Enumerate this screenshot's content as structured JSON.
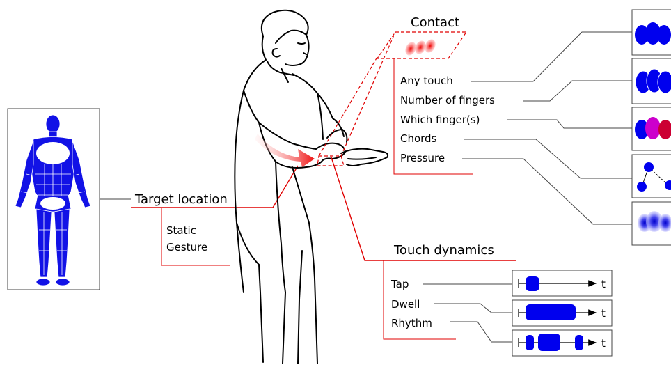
{
  "contact": {
    "title": "Contact",
    "items": [
      "Any touch",
      "Number of fingers",
      "Which finger(s)",
      "Chords",
      "Pressure"
    ]
  },
  "target_location": {
    "title": "Target location",
    "items": [
      "Static",
      "Gesture"
    ]
  },
  "touch_dynamics": {
    "title": "Touch dynamics",
    "items": [
      "Tap",
      "Dwell",
      "Rhythm"
    ],
    "axis_label": "t"
  },
  "colors": {
    "accent": "#e00000",
    "body_map": "#1212e6",
    "finger_blue": "#0000ee",
    "finger_magenta": "#cc00cc",
    "finger_crimson": "#cc0033",
    "line": "#444444"
  }
}
